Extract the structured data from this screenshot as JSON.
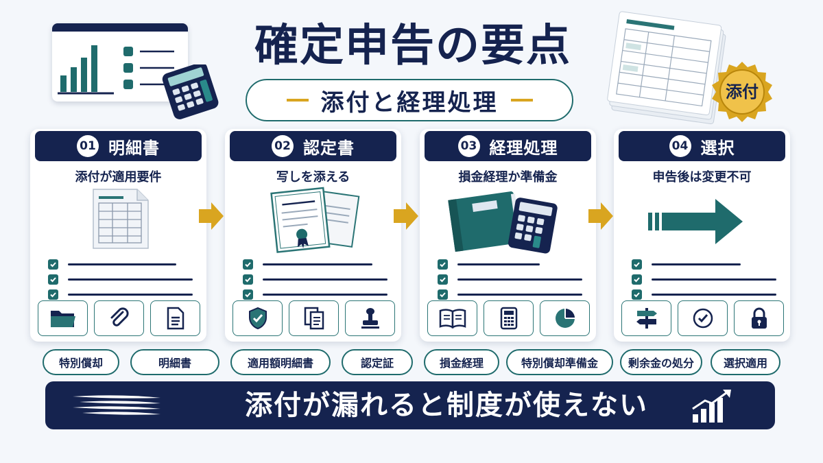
{
  "header": {
    "title": "確定申告の要点",
    "subtitle": "添付と経理処理",
    "seal_label": "添付"
  },
  "cards": [
    {
      "number": "01",
      "title": "明細書",
      "subtitle": "添付が適用要件",
      "icons": [
        "folder-icon",
        "paperclip-icon",
        "document-icon"
      ]
    },
    {
      "number": "02",
      "title": "認定書",
      "subtitle": "写しを添える",
      "icons": [
        "shield-check-icon",
        "copy-icon",
        "stamp-icon"
      ]
    },
    {
      "number": "03",
      "title": "経理処理",
      "subtitle": "損金経理か準備金",
      "icons": [
        "book-icon",
        "calculator-icon",
        "pie-chart-icon"
      ]
    },
    {
      "number": "04",
      "title": "選択",
      "subtitle": "申告後は変更不可",
      "icons": [
        "signpost-icon",
        "check-circle-icon",
        "lock-icon"
      ]
    }
  ],
  "tags": [
    "特別償却",
    "明細書",
    "適用額明細書",
    "認定証",
    "損金経理",
    "特別償却準備金",
    "剰余金の処分",
    "選択適用"
  ],
  "banner": {
    "text": "添付が漏れると制度が使えない"
  },
  "colors": {
    "navy": "#15234f",
    "teal": "#1f6b6c",
    "gold": "#d9a520",
    "background": "#f4f7fb"
  }
}
